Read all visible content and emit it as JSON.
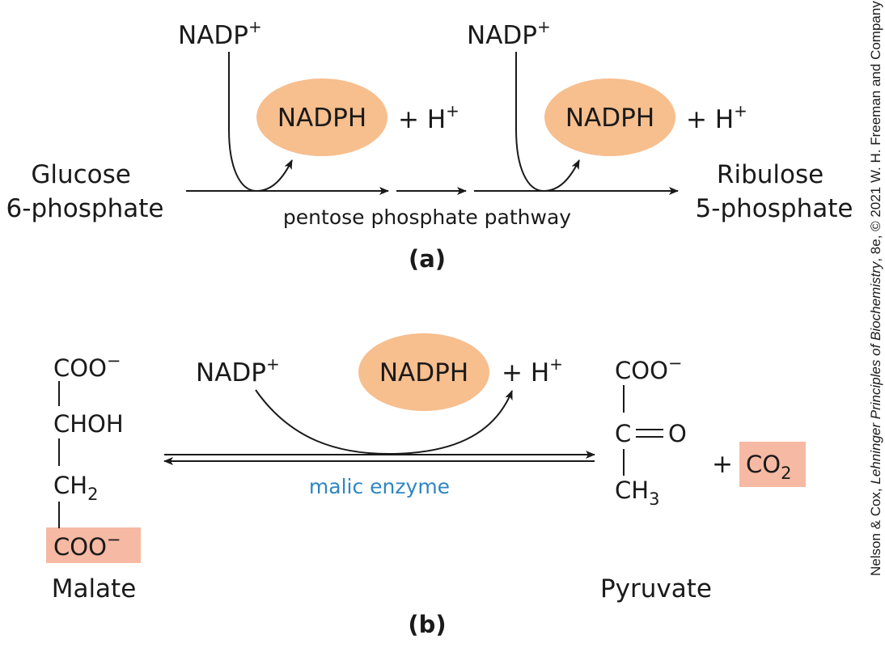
{
  "colors": {
    "nadph_fill": "#f7be8e",
    "highlight_fill": "#f6b9a3",
    "enzyme_text": "#2f86c2",
    "ink": "#1a1a1a"
  },
  "panel_a": {
    "label": "(a)",
    "nadp_1": "NADP",
    "nadp_2": "NADP",
    "plus_sign": "+",
    "nadph_1": "NADPH",
    "nadph_2": "NADPH",
    "plus_h_1": "+ H",
    "plus_h_2": "+ H",
    "substrate_line1": "Glucose",
    "substrate_line2": "6-phosphate",
    "product_line1": "Ribulose",
    "product_line2": "5-phosphate",
    "pathway": "pentose phosphate pathway"
  },
  "panel_b": {
    "label": "(b)",
    "malate": {
      "c1": "COO",
      "c2": "CHOH",
      "c3": "CH",
      "c3_sub": "2",
      "c4": "COO",
      "name": "Malate"
    },
    "minus_sign": "−",
    "nadp": "NADP",
    "nadph": "NADPH",
    "plus_h": "+ H",
    "enzyme": "malic enzyme",
    "pyruvate": {
      "c1": "COO",
      "c2": "C",
      "c2_oxygen": "O",
      "c3": "CH",
      "c3_sub": "3",
      "name": "Pyruvate"
    },
    "plus": "+",
    "co2": "CO",
    "co2_sub": "2"
  },
  "credit": {
    "prefix": "Nelson & Cox, ",
    "title": "Lehninger Principles of Biochemistry",
    "suffix": ", 8e, © 2021 W. H. Freeman and Company"
  }
}
